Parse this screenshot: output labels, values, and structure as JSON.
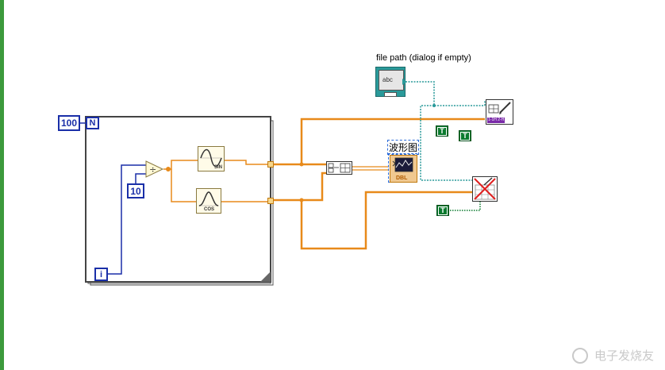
{
  "diagram": {
    "file_path_label": "file path (dialog if empty)",
    "loop_count": "100",
    "loop_count_terminal": "N",
    "iteration_terminal": "i",
    "divisor_constant": "10",
    "sin_label": "SIN",
    "cos_label": "COS",
    "graph_label": "波形图",
    "graph_type": "DBL",
    "string_control_text": "abc",
    "write_vi_text": "1-1H 2-H",
    "true_constant": "T"
  },
  "watermark": {
    "text": "电子发烧友"
  },
  "colors": {
    "orange_wire": "#e88a1a",
    "blue_wire": "#1a2fa8",
    "path_wire": "#2a9a9a",
    "bool_wire": "#0a7a2e",
    "accent_green": "#3c9a3c"
  }
}
